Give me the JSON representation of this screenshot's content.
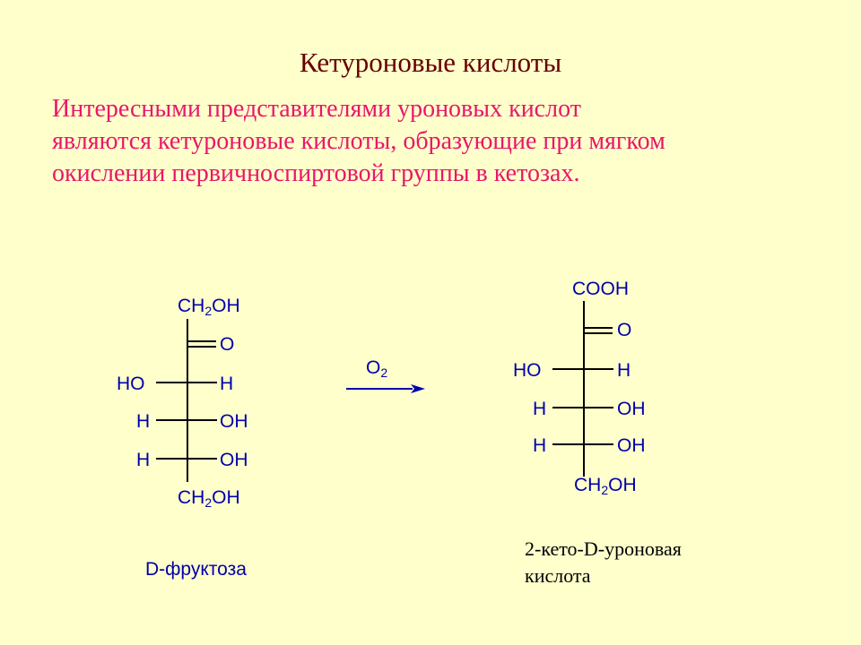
{
  "title": "Кетуроновые кислоты",
  "intro_lines": [
    "Интересными представителями уроновых кислот",
    "являются кетуроновые кислоты, образующие при мягком",
    "окислении первичноспиртовой группы в кетозах."
  ],
  "fructose": {
    "top": {
      "base": "CH",
      "sub": "2",
      "tail": "OH"
    },
    "keto": "O",
    "rows": [
      {
        "left": "HO",
        "right": "H"
      },
      {
        "left": "H",
        "right": "OH"
      },
      {
        "left": "H",
        "right": "OH"
      }
    ],
    "bottom": {
      "base": "CH",
      "sub": "2",
      "tail": "OH"
    },
    "caption": "D-фруктоза"
  },
  "reagent": {
    "base": "O",
    "sub": "2"
  },
  "product": {
    "top": "COOH",
    "keto": "O",
    "rows": [
      {
        "left": "HO",
        "right": "H"
      },
      {
        "left": "H",
        "right": "OH"
      },
      {
        "left": "H",
        "right": "OH"
      }
    ],
    "bottom": {
      "base": "CH",
      "sub": "2",
      "tail": "OH"
    },
    "caption_lines": [
      "2-кето-D-уроновая",
      "кислота"
    ]
  },
  "colors": {
    "background": "#ffffcc",
    "title": "#660000",
    "intro": "#e8176a",
    "formula": "#0000aa",
    "bonds": "#000000"
  }
}
